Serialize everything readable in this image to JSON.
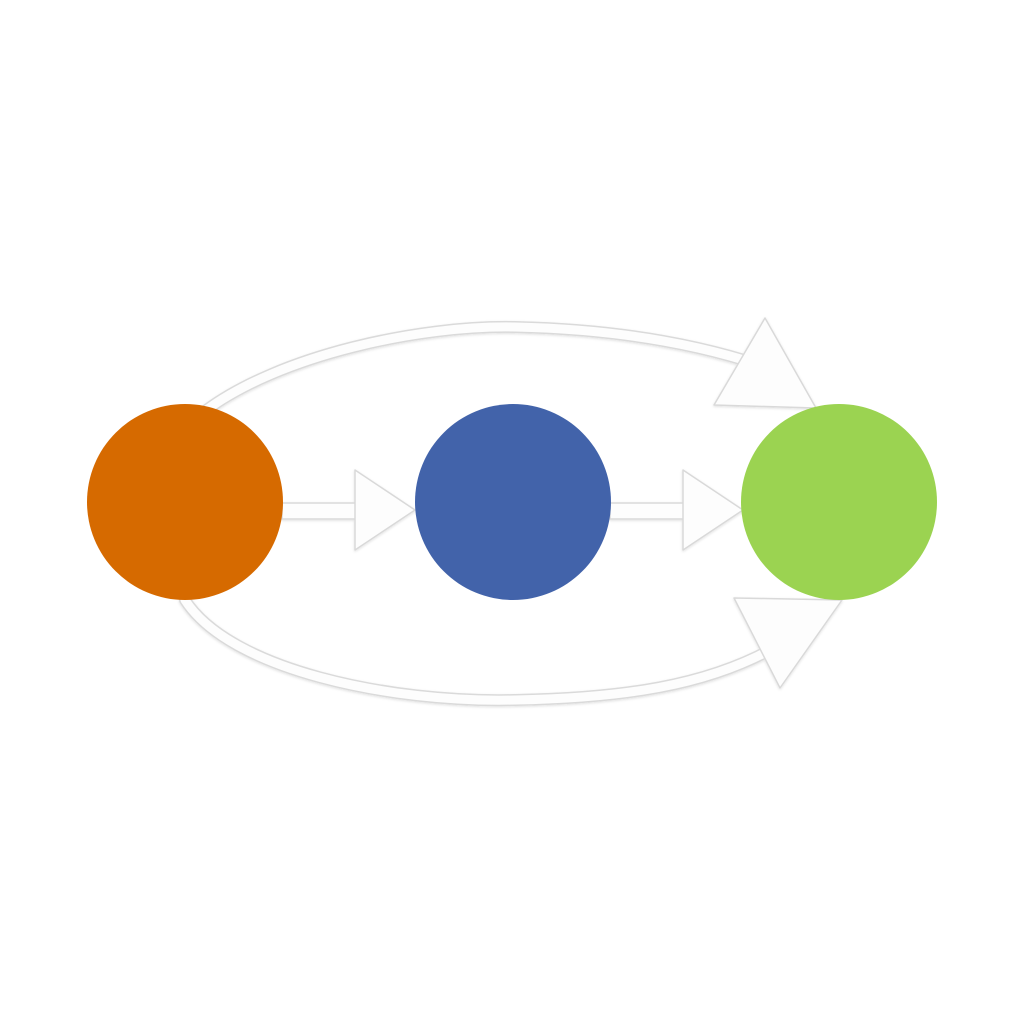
{
  "diagram": {
    "nodes": [
      {
        "id": "node-left",
        "color": "#D66A00"
      },
      {
        "id": "node-middle",
        "color": "#4263AA"
      },
      {
        "id": "node-right",
        "color": "#9BD351"
      }
    ],
    "edges": [
      {
        "from": "node-left",
        "to": "node-middle",
        "style": "straight"
      },
      {
        "from": "node-middle",
        "to": "node-right",
        "style": "straight"
      },
      {
        "from": "node-left",
        "to": "node-right",
        "style": "arc-top"
      },
      {
        "from": "node-left",
        "to": "node-right",
        "style": "arc-bottom"
      }
    ],
    "arrow_fill": "#FDFDFD",
    "arrow_stroke": "#D9D9D9"
  }
}
